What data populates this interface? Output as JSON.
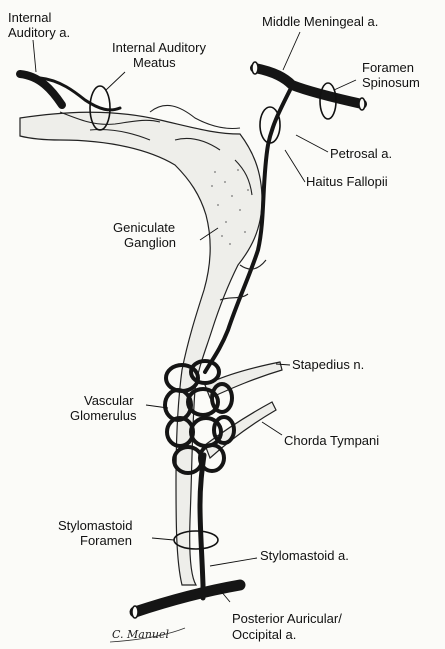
{
  "labels": {
    "internal_auditory_artery": [
      "Internal",
      "Auditory a."
    ],
    "internal_auditory_meatus": [
      "Internal Auditory",
      "Meatus"
    ],
    "middle_meningeal": "Middle Meningeal a.",
    "foramen_spinosum": [
      "Foramen",
      "Spinosum"
    ],
    "petrosal": "Petrosal a.",
    "hiatus_fallopii": "Haitus Fallopii",
    "geniculate_ganglion": [
      "Geniculate",
      "Ganglion"
    ],
    "stapedius_nerve": "Stapedius n.",
    "vascular_glomerulus": [
      "Vascular",
      "Glomerulus"
    ],
    "chorda_tympani": "Chorda Tympani",
    "stylomastoid_foramen": [
      "Stylomastoid",
      "Foramen"
    ],
    "stylomastoid_artery": "Stylomastoid a.",
    "posterior_auricular": [
      "Posterior Auricular/",
      "Occipital a."
    ]
  },
  "signature": "C. Manuel"
}
